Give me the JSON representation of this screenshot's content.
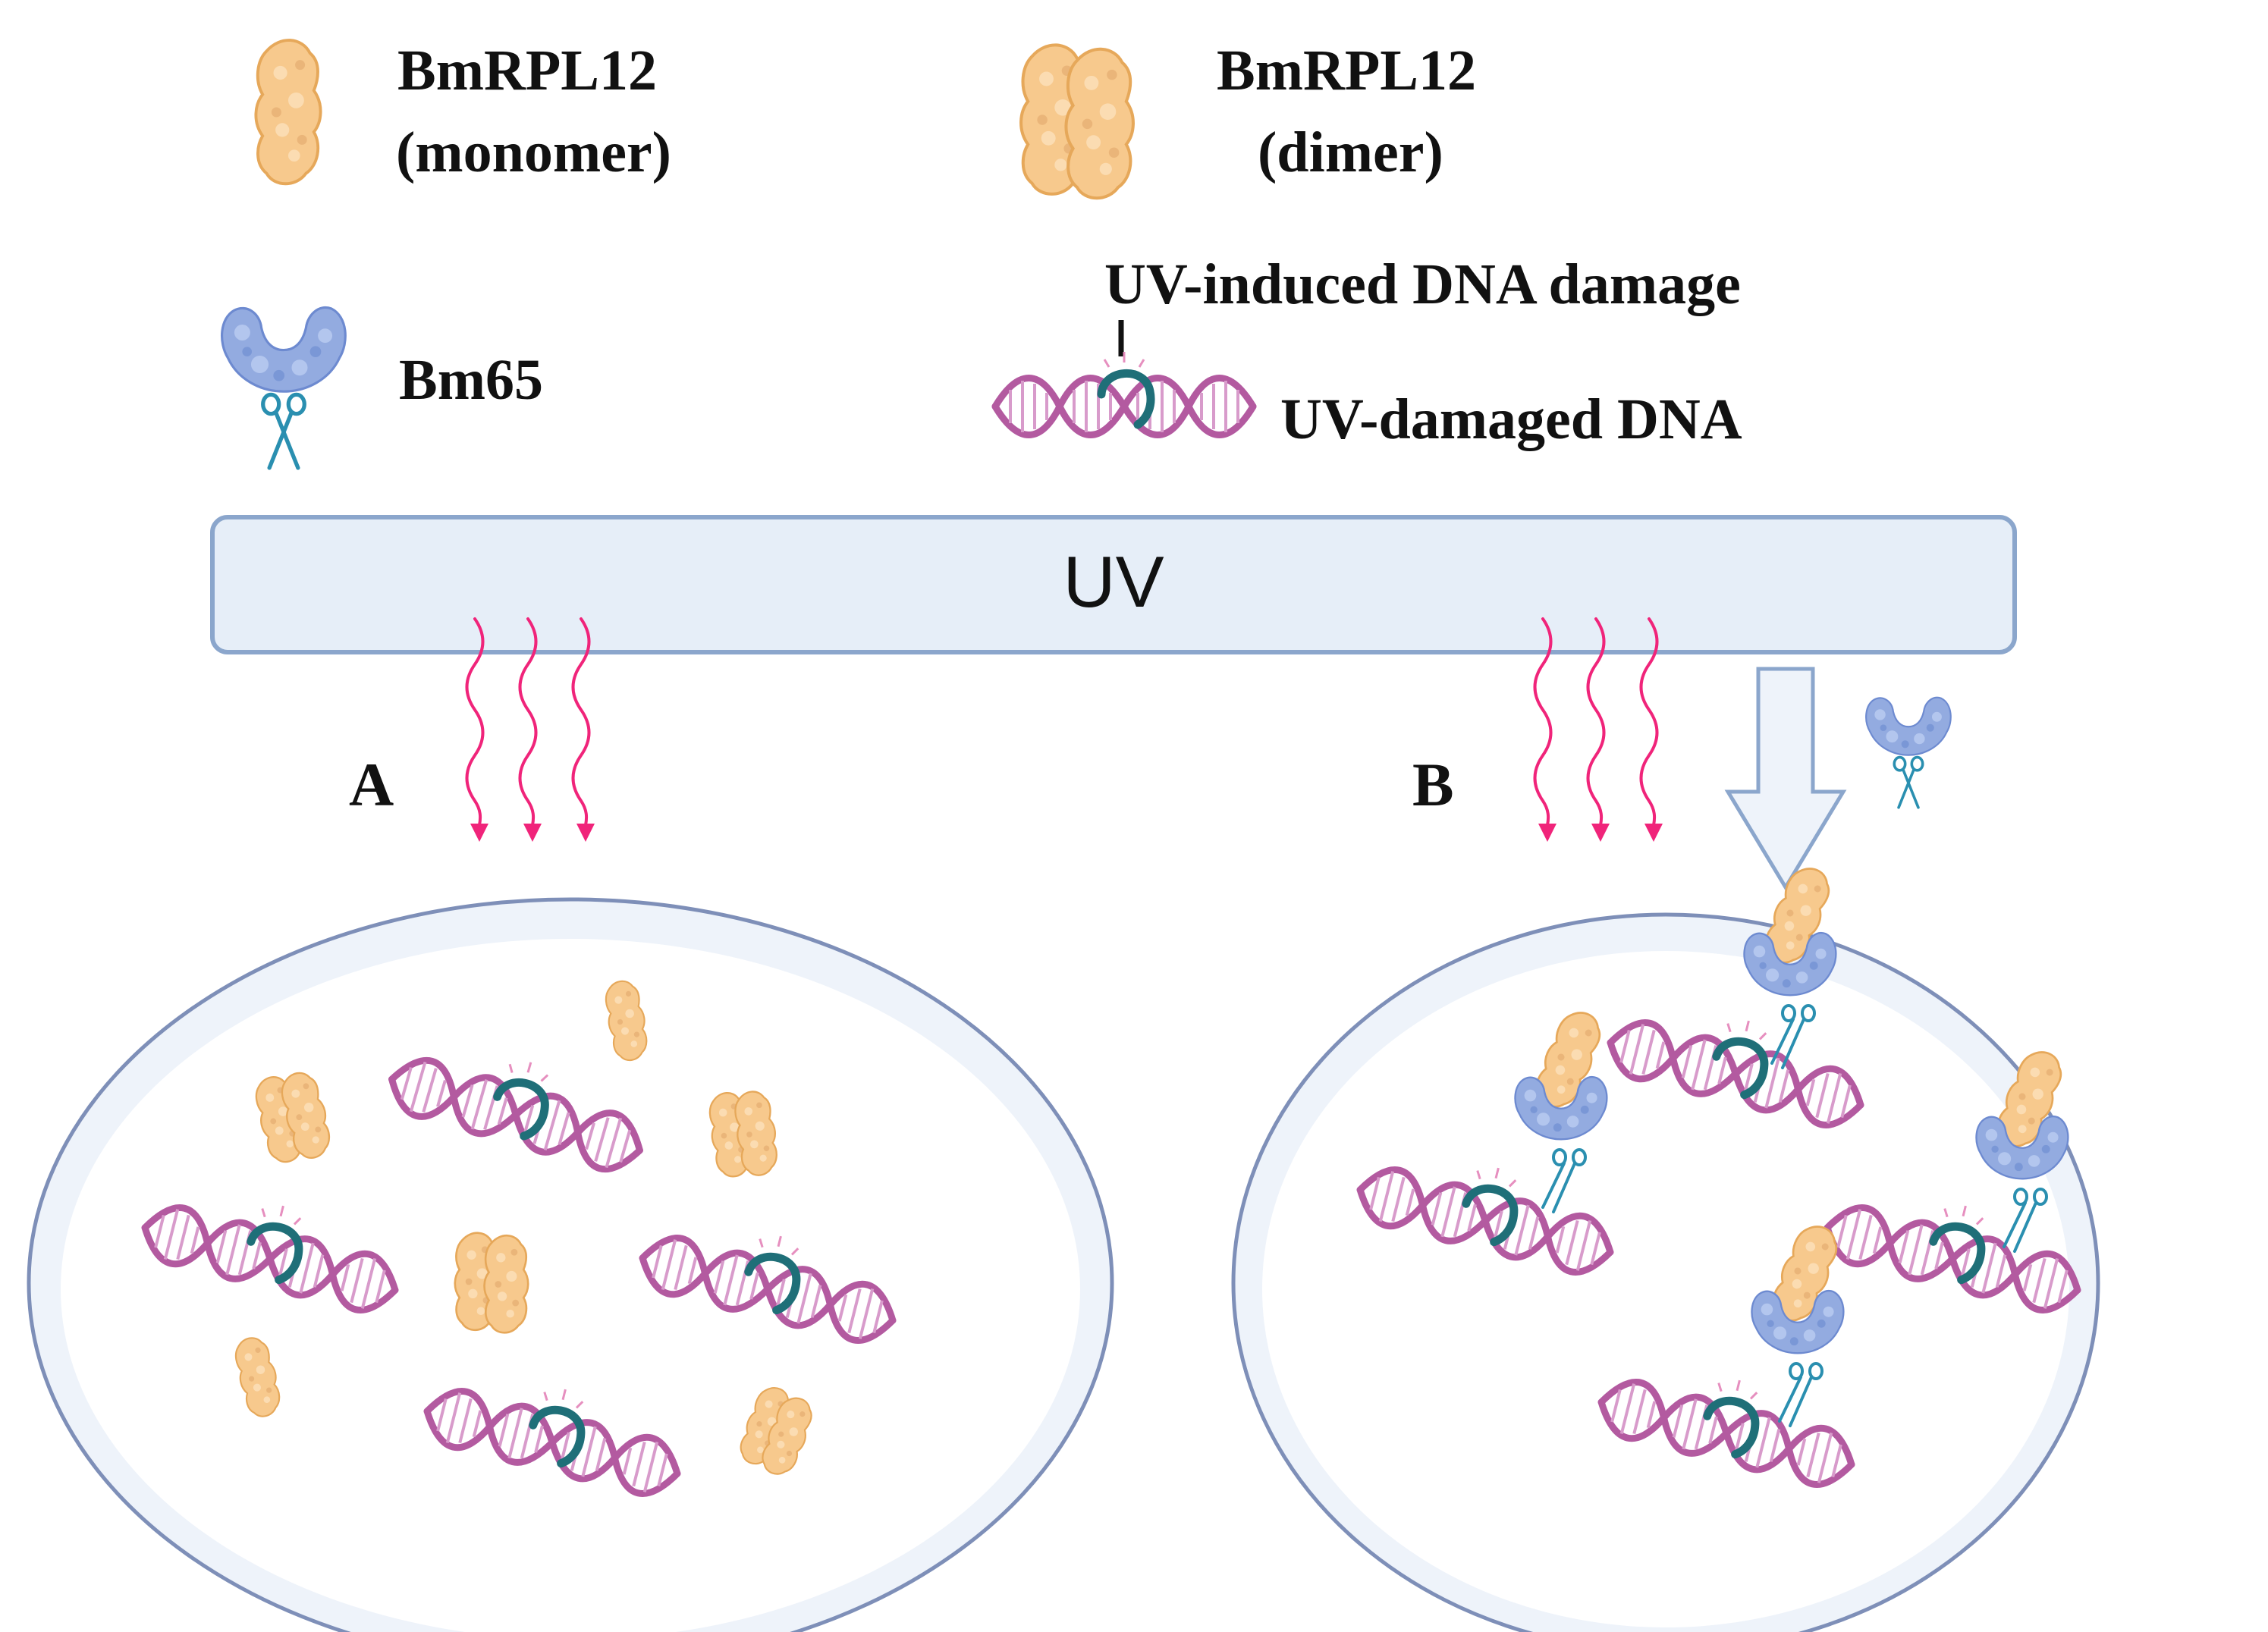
{
  "legend": {
    "monomer_line1": "BmRPL12",
    "monomer_line2": "(monomer)",
    "dimer_line1": "BmRPL12",
    "dimer_line2": "(dimer)",
    "bm65": "Bm65",
    "uv_damage": "UV-induced DNA damage",
    "uv_damaged_dna": "UV-damaged DNA"
  },
  "uv_bar": {
    "label": "UV"
  },
  "panels": {
    "a_label": "A",
    "b_label": "B"
  },
  "colors": {
    "protein_orange": "#f7c98d",
    "protein_orange_edge": "#e6a85a",
    "bm65_blue": "#93abe0",
    "bm65_blue_edge": "#6d8ad0",
    "scissors": "#2a8fb0",
    "dna_pink": "#b35aa0",
    "damage_teal": "#1f6f78",
    "uv_ray": "#f0247a",
    "uv_bar_fill": "#e6eef8",
    "uv_bar_edge": "#8ba6cc",
    "cell_edge": "#7e8fb8",
    "cell_fill": "#eef3fa"
  }
}
